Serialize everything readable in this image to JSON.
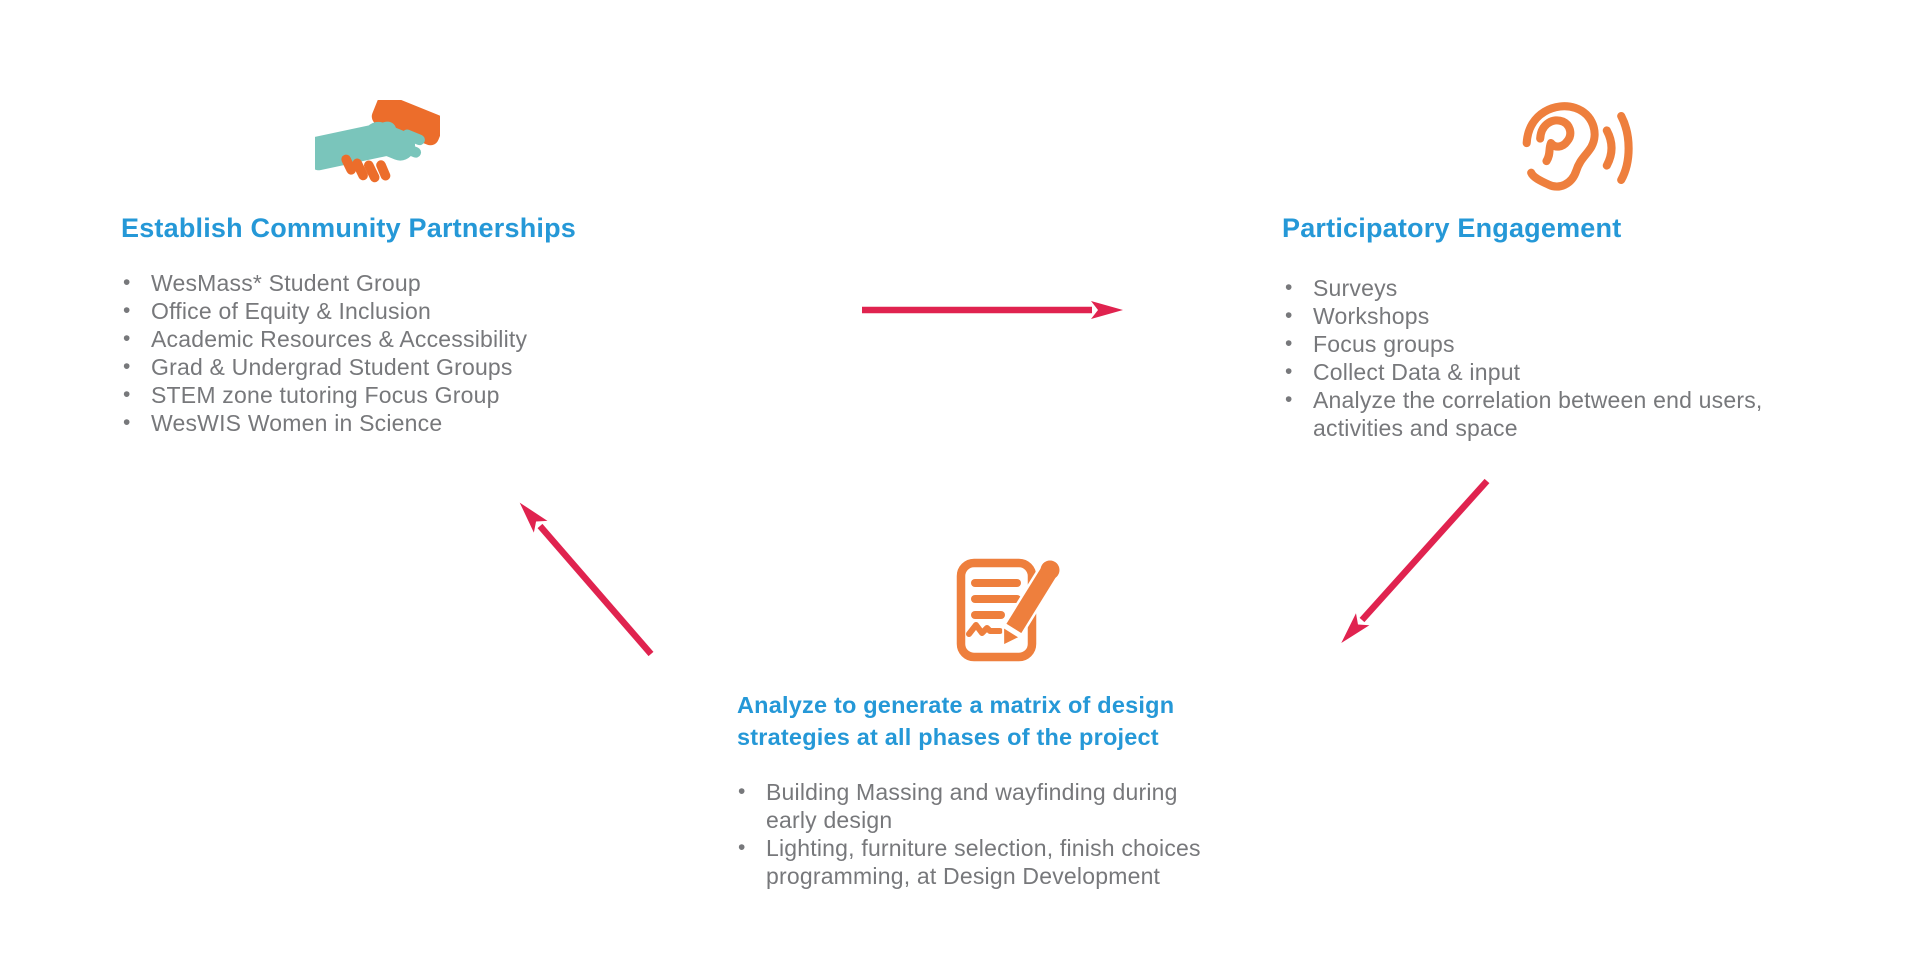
{
  "colors": {
    "heading_blue": "#2598D7",
    "body_gray": "#77787B",
    "arrow_red": "#E0234F",
    "handshake_teal": "#7AC5BB",
    "handshake_orange": "#EC6D2B",
    "outline_orange": "#EE7F3D"
  },
  "sections": {
    "partnerships": {
      "icon": "handshake",
      "title": "Establish Community Partnerships",
      "items": [
        "WesMass* Student Group",
        "Office of Equity & Inclusion",
        "Academic Resources & Accessibility",
        "Grad & Undergrad Student Groups",
        "STEM zone tutoring Focus Group",
        "WesWIS Women in Science"
      ]
    },
    "engagement": {
      "icon": "ear-listening",
      "title": "Participatory Engagement",
      "items": [
        "Surveys",
        "Workshops",
        "Focus groups",
        "Collect Data & input",
        "Analyze the correlation between end users,\nactivities and space"
      ]
    },
    "analysis": {
      "icon": "document-pencil",
      "title": "Analyze to generate a matrix of design\nstrategies at all phases of the project",
      "items": [
        "Building Massing and wayfinding during\nearly design",
        "Lighting, furniture selection, finish choices\nprogramming, at Design Development"
      ]
    }
  },
  "arrows": [
    {
      "from": "partnerships",
      "to": "engagement",
      "direction": "right"
    },
    {
      "from": "engagement",
      "to": "analysis",
      "direction": "down-left"
    },
    {
      "from": "analysis",
      "to": "partnerships",
      "direction": "up-left"
    }
  ]
}
